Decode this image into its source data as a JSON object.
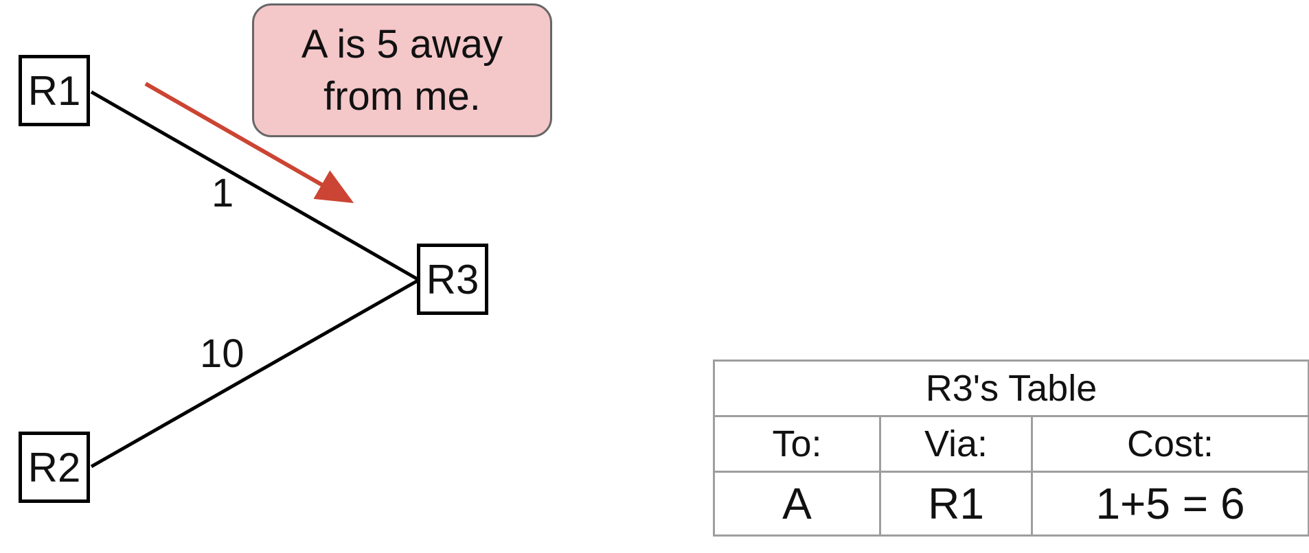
{
  "nodes": {
    "r1": "R1",
    "r2": "R2",
    "r3": "R3"
  },
  "edges": {
    "r1_r3_cost": "1",
    "r2_r3_cost": "10"
  },
  "message": {
    "line1": "A is 5 away",
    "line2": "from me.",
    "arrow_color": "#cc4433",
    "bubble_color": "#f4c7c9"
  },
  "table": {
    "title": "R3's Table",
    "headers": [
      "To:",
      "Via:",
      "Cost:"
    ],
    "rows": [
      [
        "A",
        "R1",
        "1+5 = 6"
      ]
    ]
  }
}
